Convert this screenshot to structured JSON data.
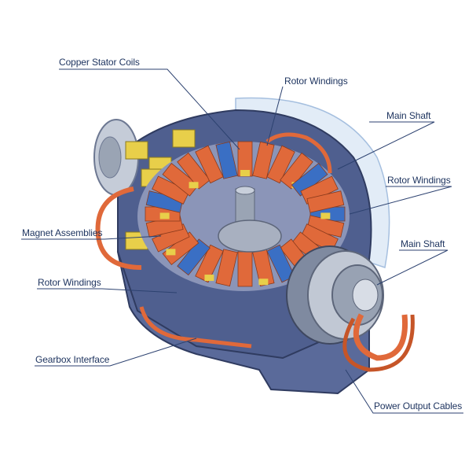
{
  "labels": {
    "copper_stator_coils": "Copper Stator Coils",
    "rotor_windings_top": "Rotor Windings",
    "main_shaft_top": "Main Shaft",
    "rotor_windings_right": "Rotor Windings",
    "magnet_assemblies": "Magnet Assemblies",
    "main_shaft_right": "Main Shaft",
    "rotor_windings_left": "Rotor Windings",
    "gearbox_interface": "Gearbox Interface",
    "power_output_cables": "Power Output Cables"
  },
  "colors": {
    "label": "#1f3560",
    "leader": "#2d4270",
    "housing": "#5a6a9a",
    "housing_dark": "#3b4872",
    "copper": "#e0693a",
    "magnet_yellow": "#e8cf4a",
    "magnet_blue": "#3a6fc4",
    "shaft": "#9aa4b4",
    "glass": "#c9dcf2"
  }
}
